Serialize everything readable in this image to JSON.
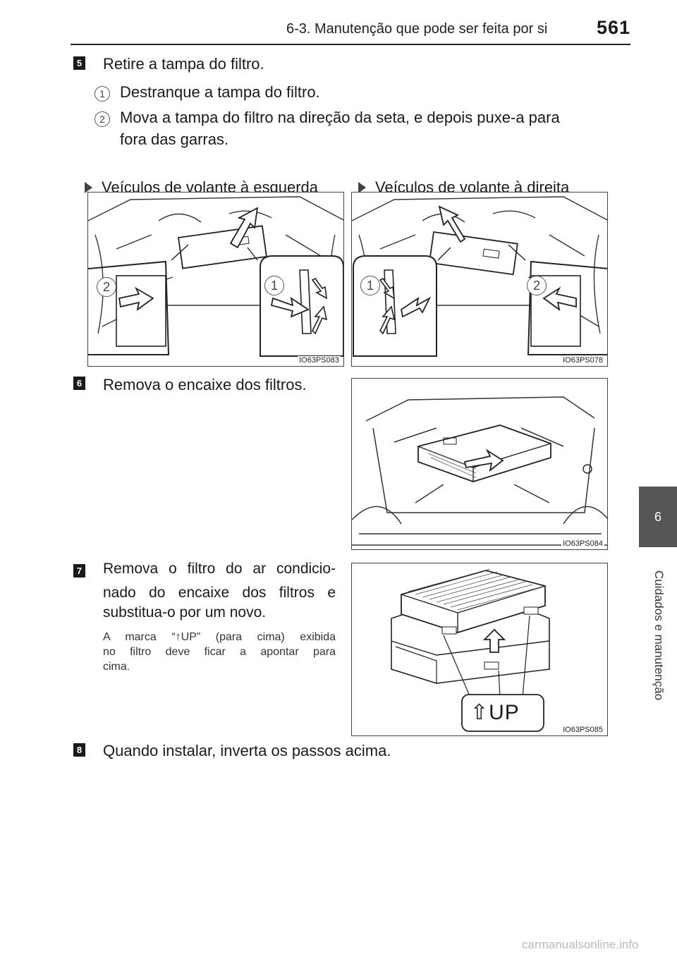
{
  "header": {
    "title": "6-3. Manutenção que pode ser feita por si",
    "page_number": "561"
  },
  "side_tab": {
    "chapter": "6",
    "label": "Cuidados e manutenção"
  },
  "steps": [
    {
      "number": "5",
      "text": "Retire a tampa do filtro.",
      "substeps": [
        {
          "number": "1",
          "text": "Destranque a tampa do filtro."
        },
        {
          "number": "2",
          "text": "Mova a tampa do filtro na direção da seta, e depois puxe-a para",
          "text2": "fora das garras."
        }
      ]
    },
    {
      "number": "6",
      "text": "Remova o encaixe dos filtros."
    },
    {
      "number": "7",
      "lines": [
        "Remova o filtro do ar condicio-",
        "nado do encaixe dos filtros e",
        "substitua-o por um novo."
      ],
      "note_lines": [
        "A marca “↑UP” (para cima) exibida",
        "no filtro deve ficar a apontar para",
        "cima."
      ]
    },
    {
      "number": "8",
      "text": "Quando instalar, inverta os passos acima."
    }
  ],
  "vehicle_labels": {
    "left": "Veículos de volante à esquerda",
    "right": "Veículos de volante à direita"
  },
  "figures": {
    "fig_left": {
      "code": "IO63PS083",
      "callout_a": "2",
      "callout_b": "1"
    },
    "fig_right": {
      "code": "IO63PS078",
      "callout_a": "1",
      "callout_b": "2"
    },
    "fig_step6": {
      "code": "IO63PS084"
    },
    "fig_step7": {
      "code": "IO63PS085",
      "up_mark": "⇧UP"
    }
  },
  "watermark": "carmanualsonline.info",
  "colors": {
    "ink": "#1a1a1a",
    "tab": "#555555",
    "watermark": "#b9b9b9"
  }
}
